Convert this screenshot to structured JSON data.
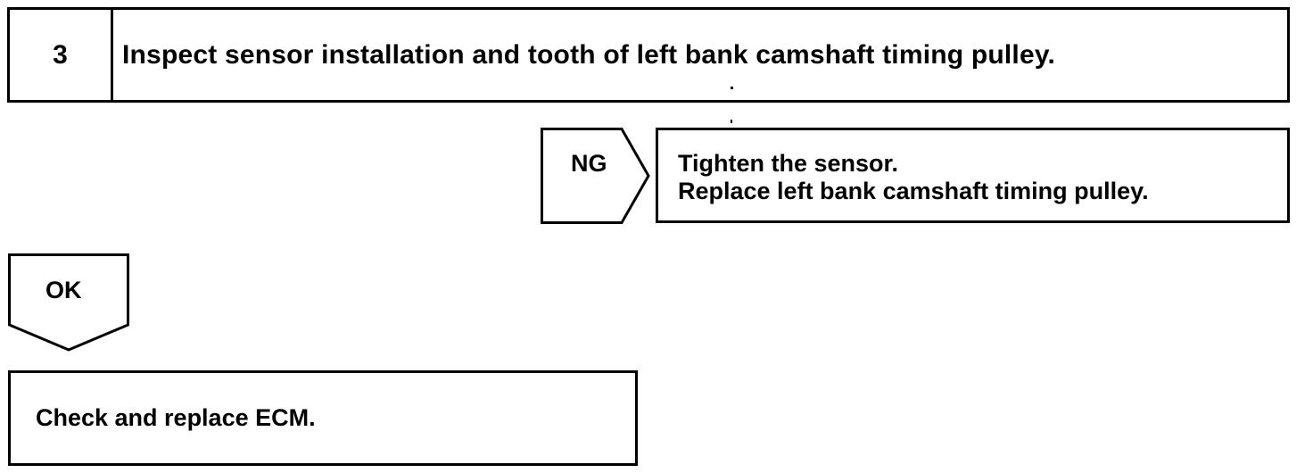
{
  "step": {
    "number": "3",
    "title": "Inspect sensor installation and tooth of left bank camshaft timing pulley."
  },
  "ng": {
    "label": "NG",
    "result_lines": [
      "Tighten the sensor.",
      "Replace left bank camshaft timing pulley."
    ]
  },
  "ok": {
    "label": "OK"
  },
  "final": {
    "text": "Check and replace ECM."
  }
}
